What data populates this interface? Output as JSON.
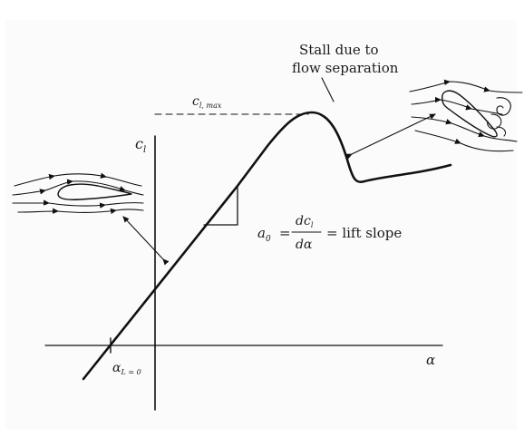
{
  "labels": {
    "y_axis": "c",
    "y_axis_sub": "l",
    "x_axis": "α",
    "cl_max": "c",
    "cl_max_sub": "l, max",
    "zero_lift": "α",
    "zero_lift_sub": "L = 0",
    "stall_line1": "Stall due to",
    "stall_line2": "flow separation",
    "slope_lhs": "a",
    "slope_lhs_sub": "0",
    "slope_eq": "=",
    "slope_num": "dc",
    "slope_num_sub": "l",
    "slope_den": "dα",
    "slope_rhs": "= lift slope"
  },
  "colors": {
    "ink": "#111111",
    "text": "#1c1c1c",
    "background": "#fbfbfb"
  }
}
